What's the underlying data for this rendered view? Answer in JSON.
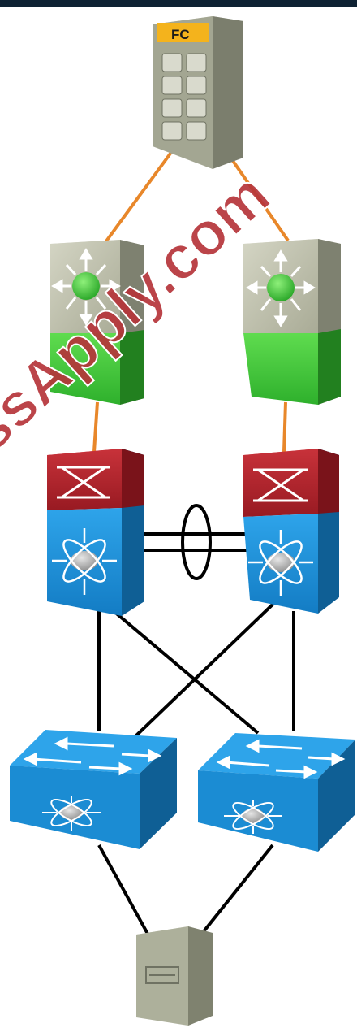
{
  "diagram": {
    "storage": {
      "label": "FC",
      "kind": "fc-storage-array"
    },
    "devices": [
      {
        "id": "mds-left",
        "kind": "multilayer-switch"
      },
      {
        "id": "mds-right",
        "kind": "multilayer-switch"
      },
      {
        "id": "core-left",
        "kind": "nexus-switch"
      },
      {
        "id": "core-right",
        "kind": "nexus-switch"
      },
      {
        "id": "access-left",
        "kind": "layer3-switch"
      },
      {
        "id": "access-right",
        "kind": "layer3-switch"
      },
      {
        "id": "server",
        "kind": "server"
      }
    ],
    "links": [
      {
        "from": "storage",
        "to": "mds-left",
        "type": "fibre-channel",
        "color": "#e8872a"
      },
      {
        "from": "storage",
        "to": "mds-right",
        "type": "fibre-channel",
        "color": "#e8872a"
      },
      {
        "from": "mds-left",
        "to": "core-left",
        "type": "fibre-channel",
        "color": "#e8872a"
      },
      {
        "from": "mds-right",
        "to": "core-right",
        "type": "fibre-channel",
        "color": "#e8872a"
      },
      {
        "from": "core-left",
        "to": "core-right",
        "type": "port-channel",
        "color": "#000000"
      },
      {
        "from": "core-left",
        "to": "access-left",
        "type": "ethernet",
        "color": "#000000"
      },
      {
        "from": "core-left",
        "to": "access-right",
        "type": "ethernet",
        "color": "#000000"
      },
      {
        "from": "core-right",
        "to": "access-left",
        "type": "ethernet",
        "color": "#000000"
      },
      {
        "from": "core-right",
        "to": "access-right",
        "type": "ethernet",
        "color": "#000000"
      },
      {
        "from": "access-left",
        "to": "server",
        "type": "ethernet",
        "color": "#000000"
      },
      {
        "from": "access-right",
        "to": "server",
        "type": "ethernet",
        "color": "#000000"
      }
    ],
    "watermark": {
      "text": "PassApply.com",
      "color": "#b5343a"
    }
  },
  "colors": {
    "fc_link": "#e8872a",
    "eth_link": "#000000",
    "nexus_blue": "#1e8fd6",
    "nexus_red": "#b0202a",
    "mds_grey": "#b9bba6",
    "mds_green": "#3ecb37",
    "storage_grey": "#9c9f8c",
    "storage_badge": "#f4b31c"
  }
}
